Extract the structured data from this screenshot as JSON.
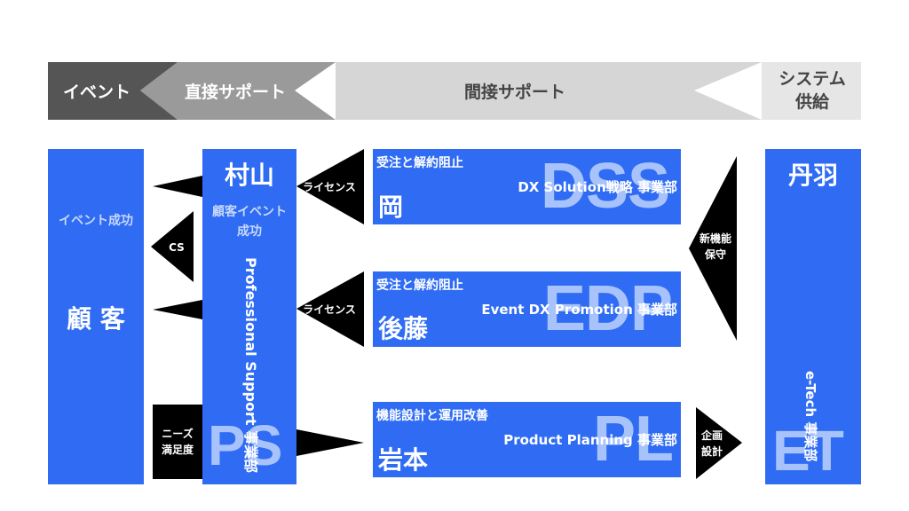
{
  "top_band": {
    "event": "イベント",
    "direct_support": "直接サポート",
    "indirect_support": "間接サポート",
    "system_supply": "システム\n供給"
  },
  "customer": {
    "caption": "イベント成功",
    "title": "顧 客"
  },
  "ps": {
    "name": "村山",
    "caption": "顧客イベント\n成功",
    "division": "Professional Support 事業部",
    "watermark": "PS"
  },
  "dss": {
    "mission": "受注と解約阻止",
    "division": "DX Solution戦略 事業部",
    "name": "岡",
    "watermark": "DSS"
  },
  "edp": {
    "mission": "受注と解約阻止",
    "division": "Event DX Promotion 事業部",
    "name": "後藤",
    "watermark": "EDP"
  },
  "pl": {
    "mission": "機能設計と運用改善",
    "division": "Product Planning 事業部",
    "name": "岩本",
    "watermark": "PL"
  },
  "et": {
    "name": "丹羽",
    "division": "e-Tech 事業部",
    "watermark": "ET"
  },
  "arrows": {
    "cs": "CS",
    "license_1": "ライセンス",
    "license_2": "ライセンス",
    "needs": "ニーズ\n満足度",
    "new_feature": "新機能\n保守",
    "planning": "企画\n設計"
  },
  "colors": {
    "blue": "#2f6cf3",
    "dark_gray": "#555555",
    "mid_gray": "#9a9a9a",
    "light_gray": "#d6d6d6",
    "lighter_gray": "#e6e6e6",
    "black": "#000000"
  }
}
